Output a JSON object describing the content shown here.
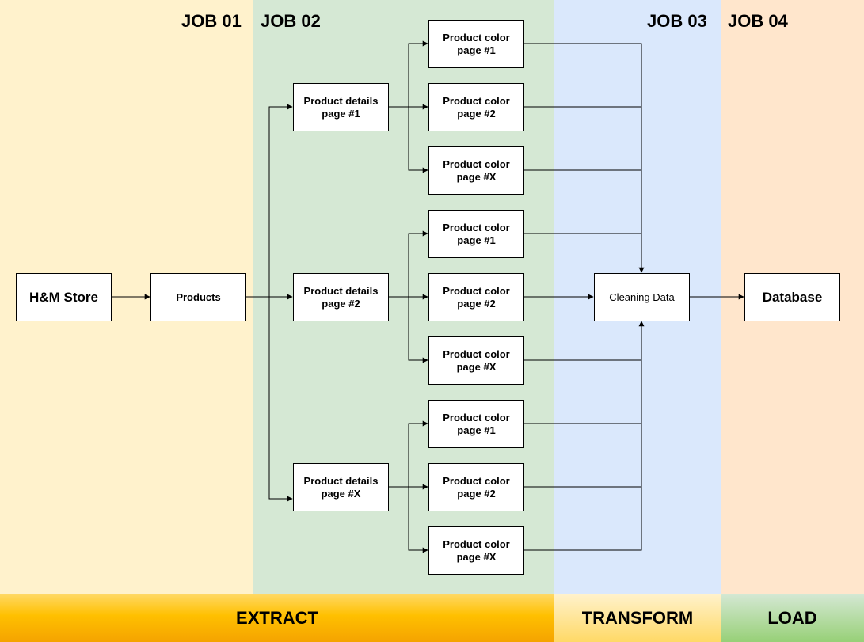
{
  "jobs": [
    "JOB 01",
    "JOB 02",
    "JOB 03",
    "JOB 04"
  ],
  "phases": [
    "EXTRACT",
    "TRANSFORM",
    "LOAD"
  ],
  "nodes": {
    "store": "H&M Store",
    "products": "Products",
    "detail_1": "Product details\npage #1",
    "detail_2": "Product details\npage #2",
    "detail_x": "Product details\npage #X",
    "color_1_1": "Product color\npage #1",
    "color_1_2": "Product color\npage #2",
    "color_1_x": "Product color\npage #X",
    "color_2_1": "Product color\npage #1",
    "color_2_2": "Product color\npage #2",
    "color_2_x": "Product color\npage #X",
    "color_x_1": "Product color\npage #1",
    "color_x_2": "Product color\npage #2",
    "color_x_x": "Product color\npage #X",
    "cleaning": "Cleaning Data",
    "database": "Database"
  },
  "edges": [
    [
      "store",
      "products"
    ],
    [
      "products",
      "detail_1"
    ],
    [
      "products",
      "detail_2"
    ],
    [
      "products",
      "detail_x"
    ],
    [
      "detail_1",
      "color_1_1"
    ],
    [
      "detail_1",
      "color_1_2"
    ],
    [
      "detail_1",
      "color_1_x"
    ],
    [
      "detail_2",
      "color_2_1"
    ],
    [
      "detail_2",
      "color_2_2"
    ],
    [
      "detail_2",
      "color_2_x"
    ],
    [
      "detail_x",
      "color_x_1"
    ],
    [
      "detail_x",
      "color_x_2"
    ],
    [
      "detail_x",
      "color_x_x"
    ],
    [
      "color_1_1",
      "cleaning"
    ],
    [
      "color_1_2",
      "cleaning"
    ],
    [
      "color_1_x",
      "cleaning"
    ],
    [
      "color_2_1",
      "cleaning"
    ],
    [
      "color_2_2",
      "cleaning"
    ],
    [
      "color_2_x",
      "cleaning"
    ],
    [
      "color_x_1",
      "cleaning"
    ],
    [
      "color_x_2",
      "cleaning"
    ],
    [
      "color_x_x",
      "cleaning"
    ],
    [
      "cleaning",
      "database"
    ]
  ]
}
